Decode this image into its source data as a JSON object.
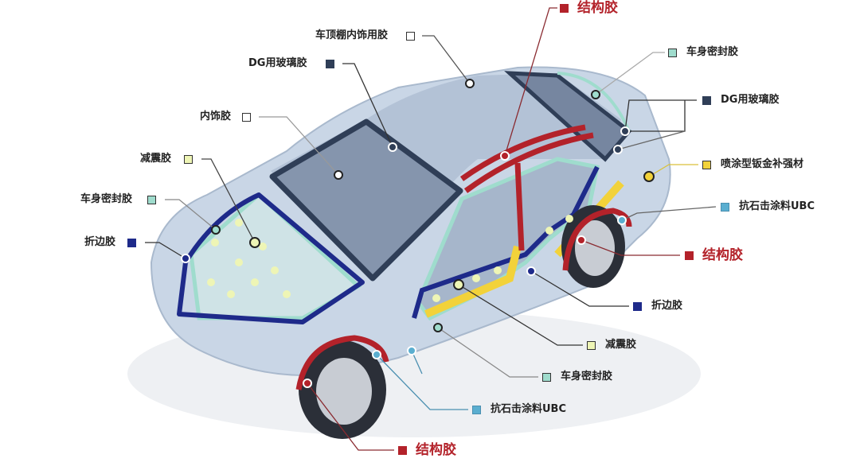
{
  "colors": {
    "structural": "#b3222a",
    "hemming": "#1e2a8a",
    "glass": "#2f3e57",
    "body_seal": "#9fdccd",
    "damping": "#eef5b5",
    "interior": "#ffffff",
    "reinforcement": "#f2d23a",
    "ubc": "#5aaed0"
  },
  "labels": {
    "structural_top": "结构胶",
    "headliner": "车顶棚内饰用胶",
    "dg_glass_left": "DG用玻璃胶",
    "interior": "内饰胶",
    "damping_left": "减震胶",
    "body_seal_left": "车身密封胶",
    "hemming_left": "折边胶",
    "body_seal_right": "车身密封胶",
    "dg_glass_right": "DG用玻璃胶",
    "reinforcement": "喷涂型钣金补强材",
    "ubc_right": "抗石击涂料UBC",
    "structural_right": "结构胶",
    "hemming_right": "折边胶",
    "damping_right": "减震胶",
    "body_seal_bottom": "车身密封胶",
    "ubc_bottom": "抗石击涂料UBC",
    "structural_bottom": "结构胶"
  }
}
